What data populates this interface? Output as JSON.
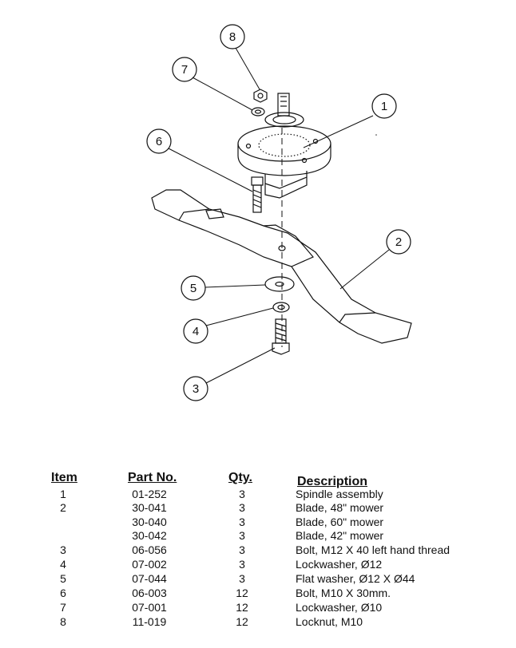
{
  "callouts": [
    "1",
    "2",
    "3",
    "4",
    "5",
    "6",
    "7",
    "8"
  ],
  "table": {
    "headers": {
      "item": "Item",
      "part_no": "Part No.",
      "qty": "Qty.",
      "description": "Description"
    },
    "rows": [
      {
        "item": "1",
        "part_no": "01-252",
        "qty": "3",
        "description": "Spindle assembly"
      },
      {
        "item": "2",
        "part_no": "30-041",
        "qty": "3",
        "description": "Blade, 48\" mower"
      },
      {
        "item": "",
        "part_no": "30-040",
        "qty": "3",
        "description": "Blade, 60\" mower"
      },
      {
        "item": "",
        "part_no": "30-042",
        "qty": "3",
        "description": "Blade, 42\" mower"
      },
      {
        "item": "3",
        "part_no": "06-056",
        "qty": "3",
        "description": "Bolt, M12 X 40 left hand thread"
      },
      {
        "item": "4",
        "part_no": "07-002",
        "qty": "3",
        "description": "Lockwasher, Ø12"
      },
      {
        "item": "5",
        "part_no": "07-044",
        "qty": "3",
        "description": "Flat washer, Ø12 X Ø44"
      },
      {
        "item": "6",
        "part_no": "06-003",
        "qty": "12",
        "description": "Bolt, M10 X 30mm."
      },
      {
        "item": "7",
        "part_no": "07-001",
        "qty": "12",
        "description": "Lockwasher, Ø10"
      },
      {
        "item": "8",
        "part_no": "11-019",
        "qty": "12",
        "description": "Locknut, M10"
      }
    ]
  }
}
